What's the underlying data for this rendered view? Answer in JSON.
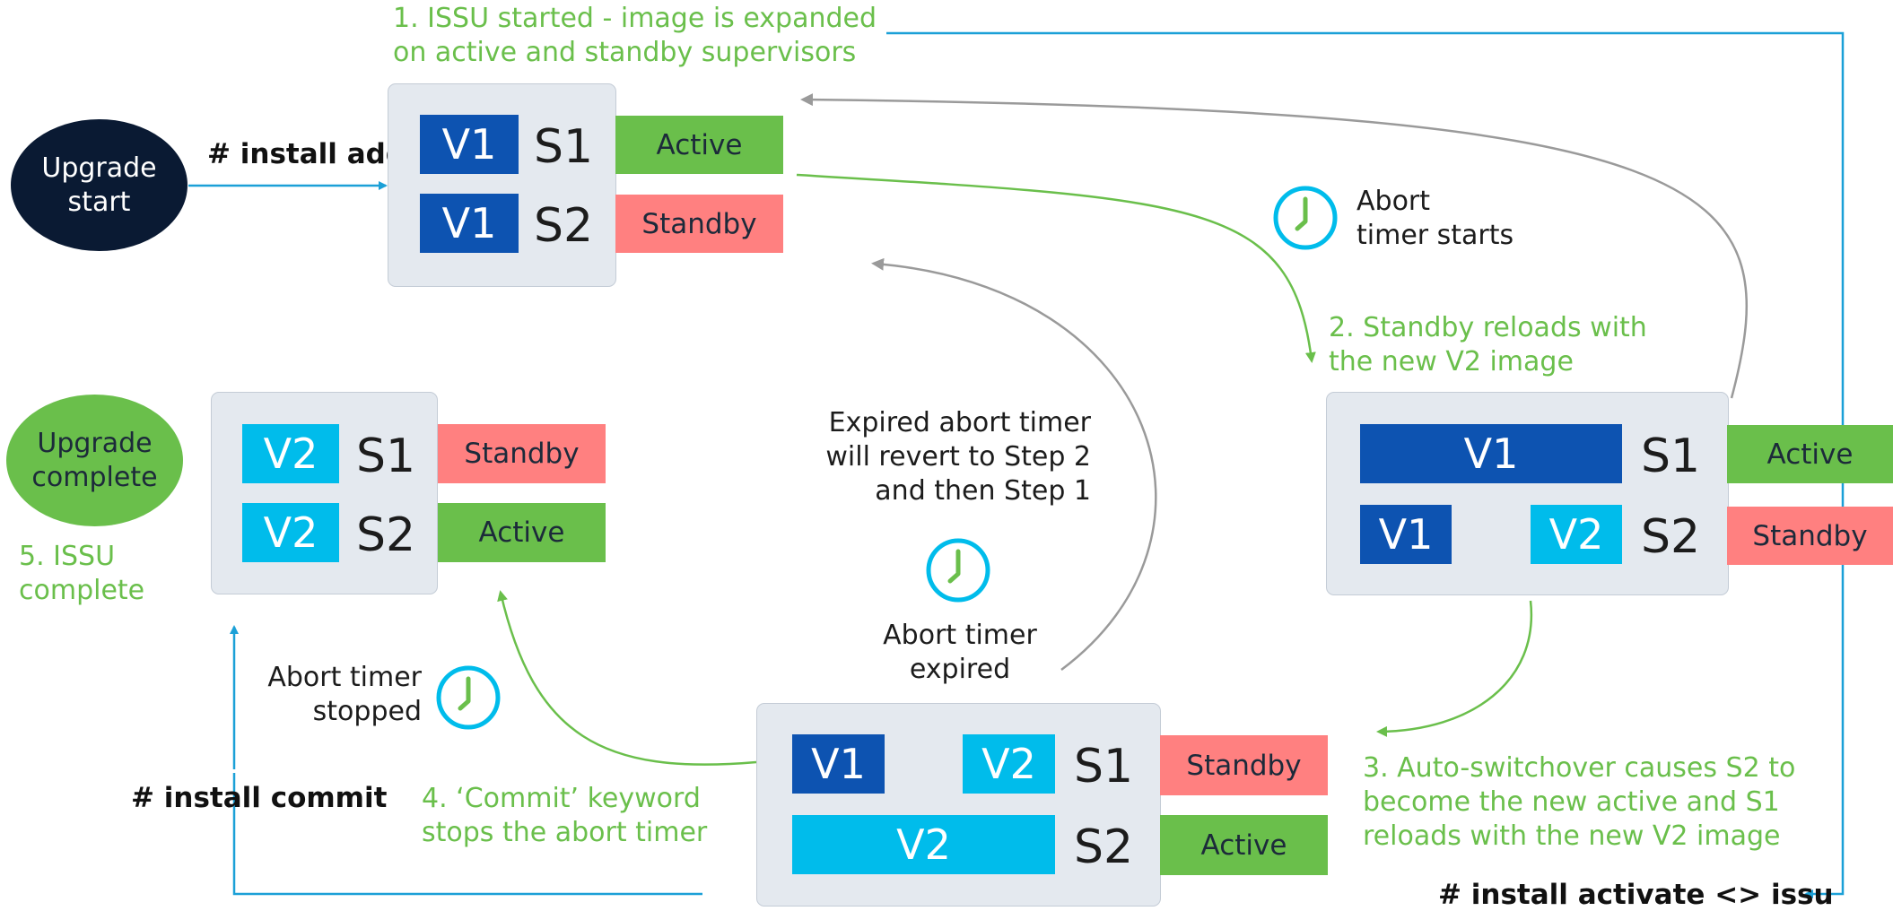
{
  "ovals": {
    "start": "Upgrade\nstart",
    "complete": "Upgrade\ncomplete"
  },
  "commands": {
    "install_add": "# install add",
    "install_commit": "# install commit",
    "install_activate": "# install activate <> issu"
  },
  "steps": {
    "step1": "1. ISSU started - image is expanded\n    on active and standby supervisors",
    "step2": "2. Standby reloads with\n    the new V2 image",
    "step3": "3. Auto-switchover causes S2 to\n    become the new active and S1\n    reloads with the new V2 image",
    "step4": "4. ‘Commit’ keyword\n    stops the abort timer",
    "step5": "5. ISSU\n    complete"
  },
  "timers": {
    "starts": "Abort\ntimer starts",
    "expired": "Abort timer\nexpired",
    "stopped": "Abort timer\nstopped",
    "revert": "Expired abort timer\nwill revert to Step 2\nand then Step 1"
  },
  "panels": {
    "p1": {
      "r1": {
        "img": "V1",
        "sup": "S1",
        "role": "Active"
      },
      "r2": {
        "img": "V1",
        "sup": "S2",
        "role": "Standby"
      }
    },
    "p2": {
      "r1": {
        "img_a": "V1",
        "sup": "S1",
        "role": "Active"
      },
      "r2": {
        "img_a": "V1",
        "img_b": "V2",
        "sup": "S2",
        "role": "Standby"
      }
    },
    "p3": {
      "r1": {
        "img_a": "V1",
        "img_b": "V2",
        "sup": "S1",
        "role": "Standby"
      },
      "r2": {
        "img_a": "V2",
        "sup": "S2",
        "role": "Active"
      }
    },
    "p5": {
      "r1": {
        "img": "V2",
        "sup": "S1",
        "role": "Standby"
      },
      "r2": {
        "img": "V2",
        "sup": "S2",
        "role": "Active"
      }
    }
  },
  "colors": {
    "v1": "#0d53b1",
    "v2": "#00bceb",
    "active": "#6abf4b",
    "standby": "#ff8080",
    "flow_green": "#6abf4b",
    "flow_blue": "#1ba0d7",
    "revert_gray": "#9a9a9a",
    "start_oval": "#0a1a33",
    "complete_oval": "#6abf4b"
  },
  "icons": [
    "clock-icon"
  ]
}
